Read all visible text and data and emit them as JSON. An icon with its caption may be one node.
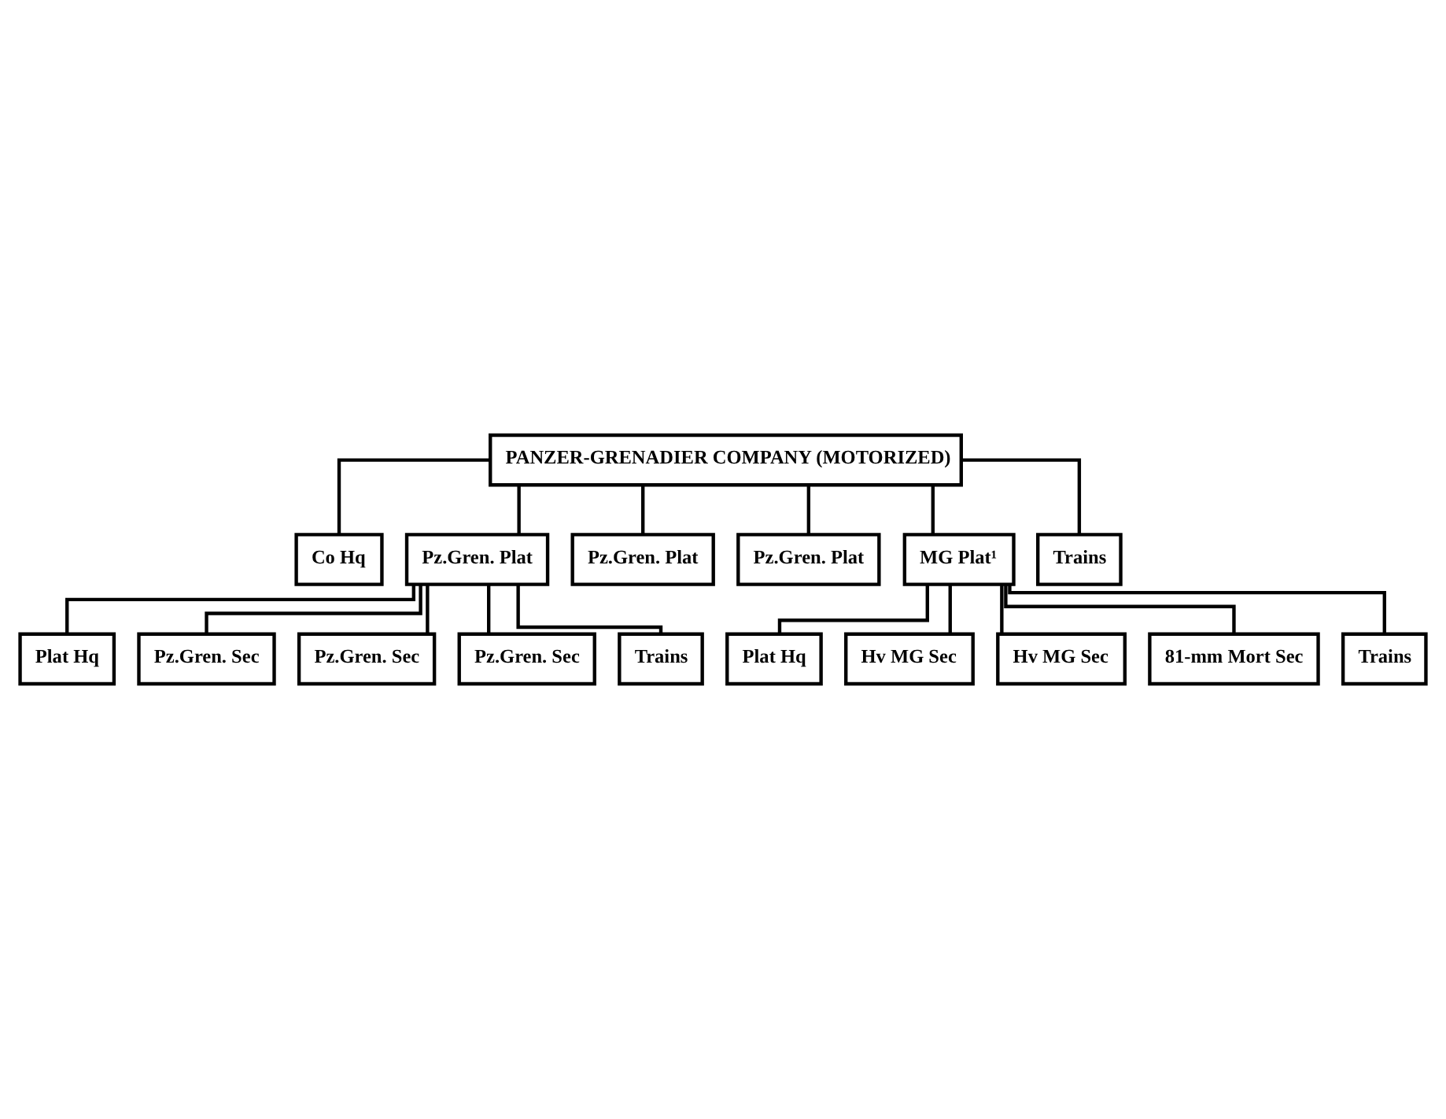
{
  "diagram": {
    "nodes": [
      {
        "text": [
          "PANZER-GRENADIER COMPANY (MOTORIZED)"
        ]
      },
      {
        "text": [
          "Co Hq"
        ]
      },
      {
        "text": [
          "Pz.Gren. Plat"
        ]
      },
      {
        "text": [
          "Pz.Gren. Plat"
        ]
      },
      {
        "text": [
          "Pz.Gren. Plat"
        ]
      },
      {
        "text": [
          "MG Plat¹"
        ]
      },
      {
        "text": [
          "Trains"
        ]
      },
      {
        "text": [
          "Plat Hq"
        ]
      },
      {
        "text": [
          "Pz.Gren. Sec"
        ]
      },
      {
        "text": [
          "Pz.Gren. Sec"
        ]
      },
      {
        "text": [
          "Pz.Gren. Sec"
        ]
      },
      {
        "text": [
          "Trains"
        ]
      },
      {
        "text": [
          "Plat Hq"
        ]
      },
      {
        "text": [
          "Hv MG Sec"
        ]
      },
      {
        "text": [
          "Hv MG Sec"
        ]
      },
      {
        "text": [
          "81-mm Mort Sec"
        ]
      },
      {
        "text": [
          "Trains"
        ]
      }
    ],
    "edges": [
      {
        "from": 0,
        "to": 1,
        "arrow": "none"
      },
      {
        "from": 0,
        "to": 2,
        "arrow": "none"
      },
      {
        "from": 0,
        "to": 3,
        "arrow": "none"
      },
      {
        "from": 0,
        "to": 4,
        "arrow": "none"
      },
      {
        "from": 0,
        "to": 5,
        "arrow": "none"
      },
      {
        "from": 0,
        "to": 6,
        "arrow": "none"
      },
      {
        "from": 2,
        "to": 7,
        "arrow": "none"
      },
      {
        "from": 2,
        "to": 8,
        "arrow": "none"
      },
      {
        "from": 2,
        "to": 9,
        "arrow": "none"
      },
      {
        "from": 2,
        "to": 10,
        "arrow": "none"
      },
      {
        "from": 2,
        "to": 11,
        "arrow": "none"
      },
      {
        "from": 5,
        "to": 12,
        "arrow": "none"
      },
      {
        "from": 5,
        "to": 13,
        "arrow": "none"
      },
      {
        "from": 5,
        "to": 14,
        "arrow": "none"
      },
      {
        "from": 5,
        "to": 15,
        "arrow": "none"
      },
      {
        "from": 5,
        "to": 16,
        "arrow": "none"
      }
    ]
  }
}
